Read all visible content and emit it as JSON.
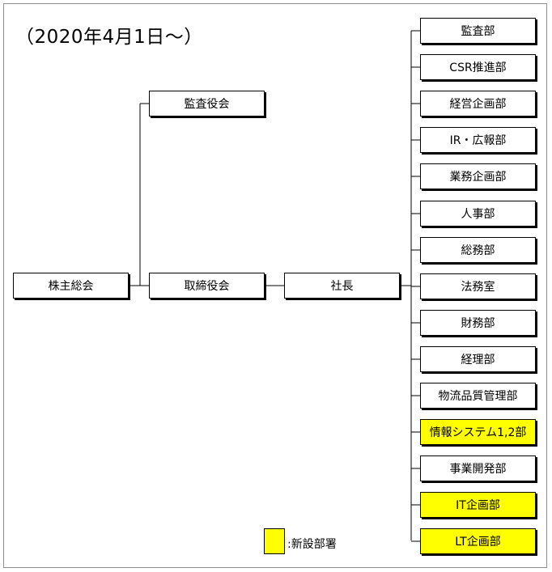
{
  "date_label": "（2020年4月1日～）",
  "nodes": {
    "shareholders": "株主総会",
    "auditors": "監査役会",
    "board": "取締役会",
    "president": "社長"
  },
  "departments": [
    {
      "label": "監査部",
      "new": false
    },
    {
      "label": "CSR推進部",
      "new": false
    },
    {
      "label": "経営企画部",
      "new": false
    },
    {
      "label": "IR・広報部",
      "new": false
    },
    {
      "label": "業務企画部",
      "new": false
    },
    {
      "label": "人事部",
      "new": false
    },
    {
      "label": "総務部",
      "new": false
    },
    {
      "label": "法務室",
      "new": false
    },
    {
      "label": "財務部",
      "new": false
    },
    {
      "label": "経理部",
      "new": false
    },
    {
      "label": "物流品質管理部",
      "new": false
    },
    {
      "label": "情報システム1,2部",
      "new": true
    },
    {
      "label": "事業開発部",
      "new": false
    },
    {
      "label": "IT企画部",
      "new": true
    },
    {
      "label": "LT企画部",
      "new": true
    }
  ],
  "legend": {
    "label": ":新設部署",
    "color": "#ffff00"
  }
}
